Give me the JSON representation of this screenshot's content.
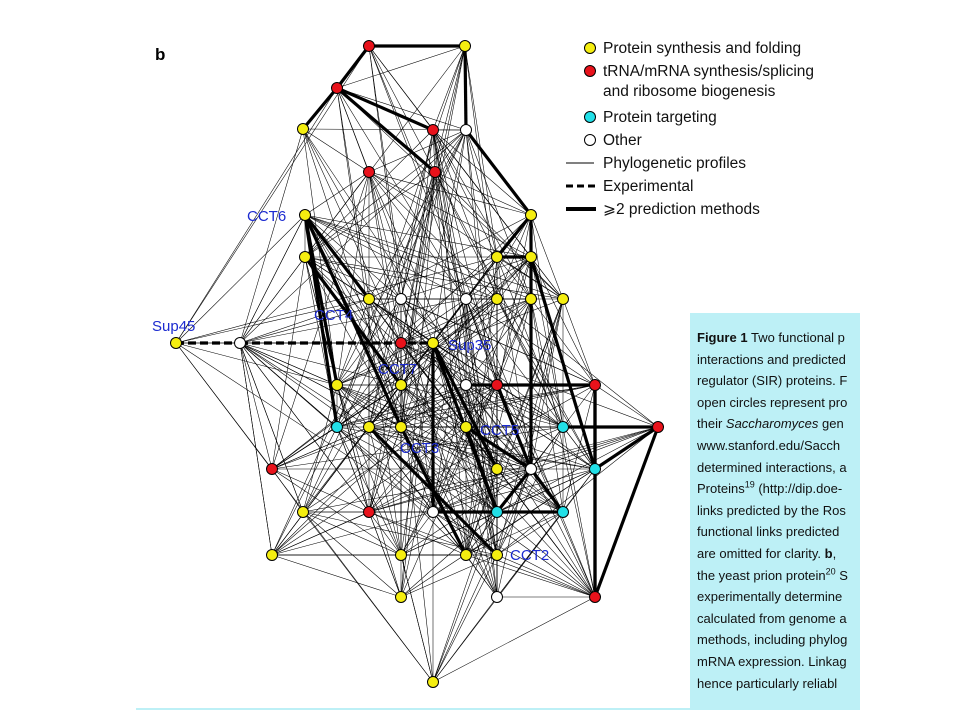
{
  "panel_letter": "b",
  "colors": {
    "protein_synthesis": "#f5ee10",
    "rna_synthesis": "#e8121b",
    "protein_targeting": "#22e0e8",
    "other": "#ffffff",
    "label": "#1c2bd0",
    "caption_bg": "#bdf0f6"
  },
  "legend": {
    "categories": [
      {
        "id": "protein_synthesis",
        "label": "Protein synthesis and folding",
        "color": "#f5ee10"
      },
      {
        "id": "rna_synthesis",
        "label": "tRNA/mRNA synthesis/splicing",
        "label2": "and ribosome biogenesis",
        "color": "#e8121b"
      },
      {
        "id": "protein_targeting",
        "label": "Protein targeting",
        "color": "#22e0e8"
      },
      {
        "id": "other",
        "label": "Other",
        "color": "#ffffff"
      }
    ],
    "links": [
      {
        "id": "phylo",
        "label": "Phylogenetic profiles",
        "style": "thin"
      },
      {
        "id": "exp",
        "label": "Experimental",
        "style": "dashed"
      },
      {
        "id": "multi",
        "label": "⩾2 prediction methods",
        "style": "thick"
      }
    ]
  },
  "labels": {
    "cct6": "CCT6",
    "sup45": "Sup45",
    "cct4": "CCT4",
    "sup35": "Sup35",
    "cct7": "CCT7",
    "cct5": "CCT5",
    "cct3": "CCT3",
    "cct2": "CCT2"
  },
  "caption": {
    "fig_label": "Figure 1",
    "line1": "Two functional p",
    "line2": "interactions and predicted",
    "line3": "regulator (SIR) proteins. F",
    "line4": "open circles represent pro",
    "line5_a": "their ",
    "line5_i": "Saccharomyces",
    "line5_b": " gen",
    "line6": "www.stanford.edu/Sacch",
    "line7": "determined interactions, a",
    "line8_a": "Proteins",
    "line8_sup": "19",
    "line8_b": " (http://dip.doe-",
    "line9": "links predicted by the Ros",
    "line10": "functional links predicted",
    "line11_a": "are omitted for clarity. ",
    "line11_b": "b",
    "line11_c": ", ",
    "line12_a": "the yeast prion protein",
    "line12_sup": "20",
    "line12_b": " S",
    "line13": "experimentally determine",
    "line14": "calculated from genome a",
    "line15": "methods, including phylog",
    "line16": "mRNA expression. Linkag",
    "line17": "hence particularly reliabl"
  }
}
